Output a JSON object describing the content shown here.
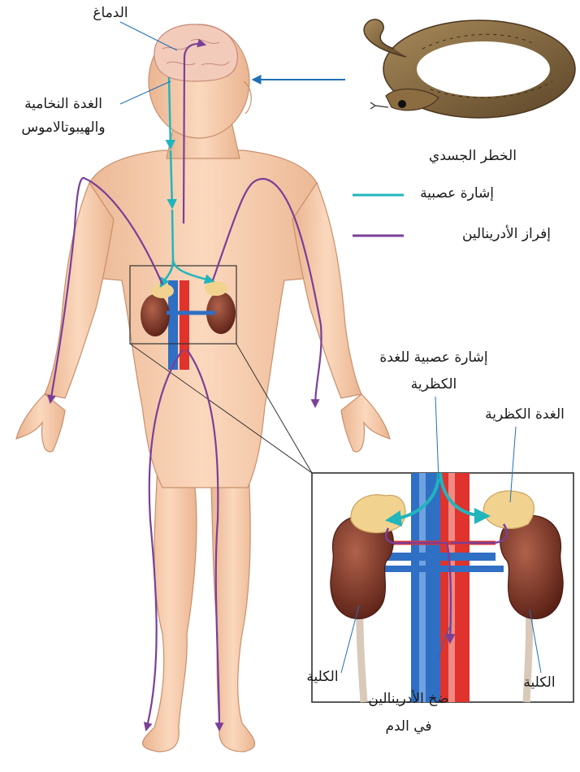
{
  "labels": {
    "brain": "الدماغ",
    "pituitary_line1": "الغدة  النخامية",
    "pituitary_line2": "والهيبوتالاموس",
    "danger": "الخطر الجسدي",
    "nerve_legend": "إشارة عصبية",
    "adrenaline_legend": "إفراز الأدرينالين",
    "nerve_adrenal_line1": "إشارة عصبية للغدة",
    "nerve_adrenal_line2": "الكظرية",
    "adrenal_gland": "الغدة الكظرية",
    "kidney_left": "الكلية",
    "kidney_right": "الكلية",
    "pump_line1": "ضخ الأدرينالين",
    "pump_line2": "في الدم"
  },
  "colors": {
    "nerve": "#21b5bc",
    "adrenaline": "#7b3f98",
    "pointer": "#1f6fb5",
    "skin": "#f6c9a8",
    "artery": "#e0332d",
    "vein": "#2f6fc4",
    "kidney": "#7a3324",
    "gland": "#f1d28f"
  },
  "icons": [
    "snake-icon",
    "human-figure",
    "kidney-icon",
    "adrenal-gland-icon",
    "brain-icon"
  ]
}
